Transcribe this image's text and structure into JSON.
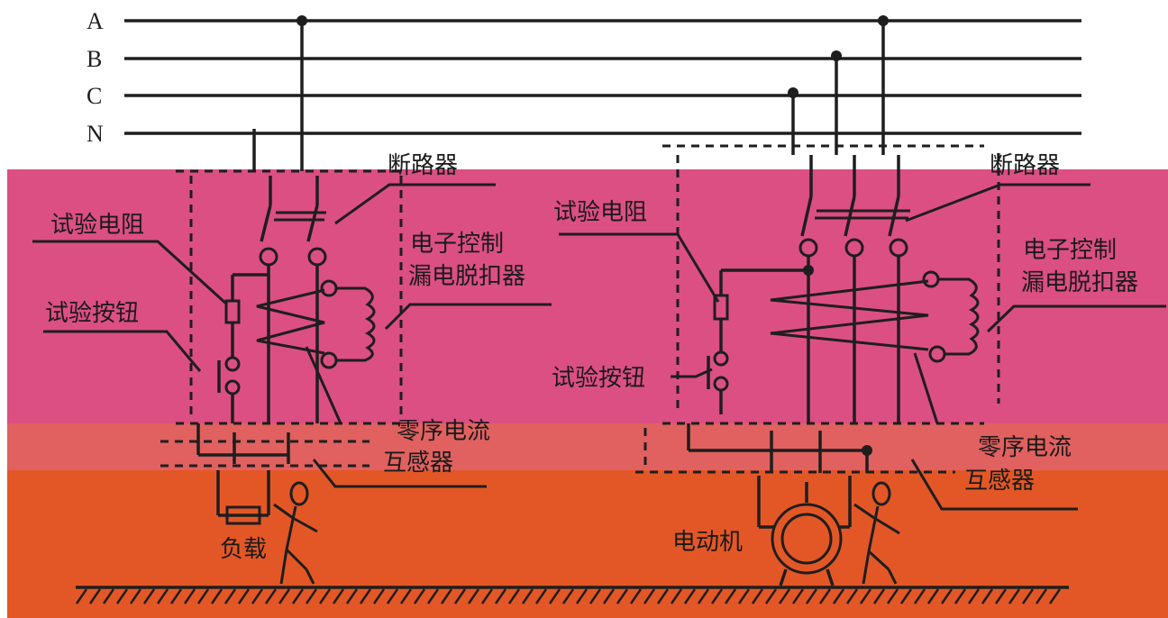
{
  "lines": {
    "a": "A",
    "b": "B",
    "c": "C",
    "n": "N"
  },
  "left": {
    "breaker": "断路器",
    "test_resistor": "试验电阻",
    "test_button": "试验按钮",
    "trip_line1": "电子控制",
    "trip_line2": "漏电脱扣器",
    "ct_line1": "零序电流",
    "ct_line2": "互感器",
    "load": "负载"
  },
  "right": {
    "breaker": "断路器",
    "test_resistor": "试验电阻",
    "test_button": "试验按钮",
    "trip_line1": "电子控制",
    "trip_line2": "漏电脱扣器",
    "ct_line1": "零序电流",
    "ct_line2": "互感器",
    "motor": "电动机"
  },
  "colors": {
    "band_top": "#dc4f82",
    "band_middle": "#e0615f",
    "band_bottom": "#e35726",
    "ink": "#1e1e1e"
  }
}
